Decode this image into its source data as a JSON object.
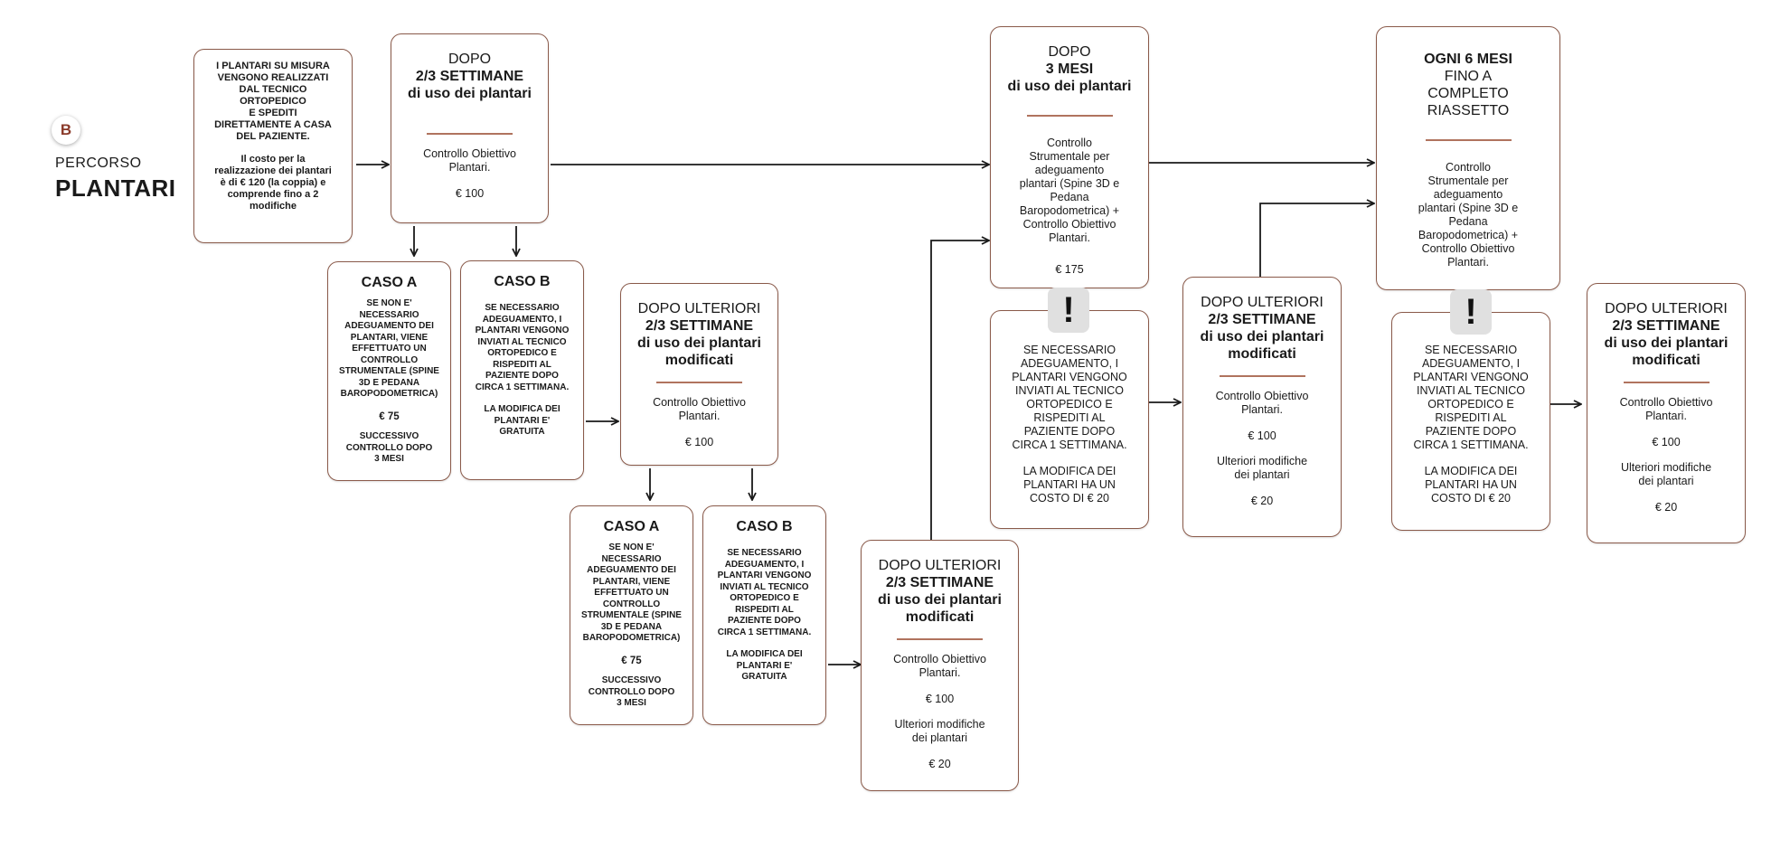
{
  "header": {
    "badge": "B",
    "title_small": "PERCORSO",
    "title_big": "PLANTARI"
  },
  "intro": {
    "lines": [
      "I PLANTARI SU MISURA",
      "VENGONO REALIZZATI",
      "DAL TECNICO",
      "ORTOPEDICO",
      "E SPEDITI",
      "DIRETTAMENTE A CASA",
      "DEL PAZIENTE."
    ],
    "cost_lines": [
      "Il costo per la",
      "realizzazione dei plantari",
      "è di € 120 (la coppia) e",
      "comprende fino a 2",
      "modifiche"
    ]
  },
  "dopo1": {
    "l1": "DOPO",
    "l2": "2/3 SETTIMANE",
    "l3": "di uso dei plantari",
    "body": [
      "Controllo Obiettivo",
      "Plantari."
    ],
    "price": "€ 100"
  },
  "caso_a1": {
    "title": "CASO A",
    "lines": [
      "SE NON E'",
      "NECESSARIO",
      "ADEGUAMENTO DEI",
      "PLANTARI, VIENE",
      "EFFETTUATO UN",
      "CONTROLLO",
      "STRUMENTALE (SPINE",
      "3D E PEDANA",
      "BAROPODOMETRICA)"
    ],
    "price": "€ 75",
    "foot": [
      "SUCCESSIVO",
      "CONTROLLO DOPO",
      "3 MESI"
    ]
  },
  "caso_b1": {
    "title": "CASO B",
    "lines": [
      "SE NECESSARIO",
      "ADEGUAMENTO, I",
      "PLANTARI VENGONO",
      "INVIATI AL TECNICO",
      "ORTOPEDICO E",
      "RISPEDITI AL",
      "PAZIENTE DOPO",
      "CIRCA 1 SETTIMANA."
    ],
    "foot": [
      "LA MODIFICA DEI",
      "PLANTARI E'",
      "GRATUITA"
    ]
  },
  "ulteriori1": {
    "l1": "DOPO ULTERIORI",
    "l2": "2/3 SETTIMANE",
    "l3": "di uso dei plantari",
    "l4": "modificati",
    "body": [
      "Controllo Obiettivo",
      "Plantari."
    ],
    "price": "€ 100"
  },
  "caso_a2": {
    "title": "CASO A",
    "lines": [
      "SE NON E'",
      "NECESSARIO",
      "ADEGUAMENTO DEI",
      "PLANTARI, VIENE",
      "EFFETTUATO UN",
      "CONTROLLO",
      "STRUMENTALE (SPINE",
      "3D E PEDANA",
      "BAROPODOMETRICA)"
    ],
    "price": "€ 75",
    "foot": [
      "SUCCESSIVO",
      "CONTROLLO DOPO",
      "3 MESI"
    ]
  },
  "caso_b2": {
    "title": "CASO B",
    "lines": [
      "SE NECESSARIO",
      "ADEGUAMENTO, I",
      "PLANTARI VENGONO",
      "INVIATI AL TECNICO",
      "ORTOPEDICO E",
      "RISPEDITI AL",
      "PAZIENTE DOPO",
      "CIRCA 1 SETTIMANA."
    ],
    "foot": [
      "LA MODIFICA DEI",
      "PLANTARI E'",
      "GRATUITA"
    ]
  },
  "ulteriori2": {
    "l1": "DOPO ULTERIORI",
    "l2": "2/3 SETTIMANE",
    "l3": "di uso dei plantari",
    "l4": "modificati",
    "body": [
      "Controllo Obiettivo",
      "Plantari."
    ],
    "price": "€ 100",
    "extra": [
      "Ulteriori modifiche",
      "dei plantari"
    ],
    "extra_price": "€ 20"
  },
  "dopo3mesi": {
    "l1": "DOPO",
    "l2": "3 MESI",
    "l3": "di uso dei plantari",
    "body": [
      "Controllo",
      "Strumentale per",
      "adeguamento",
      "plantari (Spine 3D e",
      "Pedana",
      "Baropodometrica) +",
      "Controllo Obiettivo",
      "Plantari."
    ],
    "price": "€ 175"
  },
  "notice1": {
    "icon": "exclamation-icon",
    "lines": [
      "SE NECESSARIO",
      "ADEGUAMENTO, I",
      "PLANTARI VENGONO",
      "INVIATI AL TECNICO",
      "ORTOPEDICO E",
      "RISPEDITI AL",
      "PAZIENTE DOPO",
      "CIRCA 1 SETTIMANA."
    ],
    "foot": [
      "LA MODIFICA DEI",
      "PLANTARI HA UN",
      "COSTO DI € 20"
    ]
  },
  "ulteriori3": {
    "l1": "DOPO ULTERIORI",
    "l2": "2/3 SETTIMANE",
    "l3": "di uso dei plantari",
    "l4": "modificati",
    "body": [
      "Controllo Obiettivo",
      "Plantari."
    ],
    "price": "€ 100",
    "extra": [
      "Ulteriori modifiche",
      "dei plantari"
    ],
    "extra_price": "€ 20"
  },
  "ogni6mesi": {
    "l1": "OGNI 6 MESI",
    "l2": "FINO A",
    "l3": "COMPLETO RIASSETTO",
    "body": [
      "Controllo",
      "Strumentale per",
      "adeguamento",
      "plantari (Spine 3D e",
      "Pedana",
      "Baropodometrica) +",
      "Controllo Obiettivo",
      "Plantari."
    ],
    "price": "€ 175"
  },
  "notice2": {
    "icon": "exclamation-icon",
    "lines": [
      "SE NECESSARIO",
      "ADEGUAMENTO, I",
      "PLANTARI VENGONO",
      "INVIATI AL TECNICO",
      "ORTOPEDICO E",
      "RISPEDITI AL",
      "PAZIENTE DOPO",
      "CIRCA 1 SETTIMANA."
    ],
    "foot": [
      "LA MODIFICA DEI",
      "PLANTARI HA UN",
      "COSTO DI € 20"
    ]
  },
  "ulteriori4": {
    "l1": "DOPO ULTERIORI",
    "l2": "2/3 SETTIMANE",
    "l3": "di uso dei plantari",
    "l4": "modificati",
    "body": [
      "Controllo Obiettivo",
      "Plantari."
    ],
    "price": "€ 100",
    "extra": [
      "Ulteriori modifiche",
      "dei plantari"
    ],
    "extra_price": "€ 20"
  },
  "colors": {
    "border": "#8a5a4a",
    "rule": "#b0735e",
    "arrow": "#1a1a1a",
    "badge_text": "#8a3a2a"
  }
}
